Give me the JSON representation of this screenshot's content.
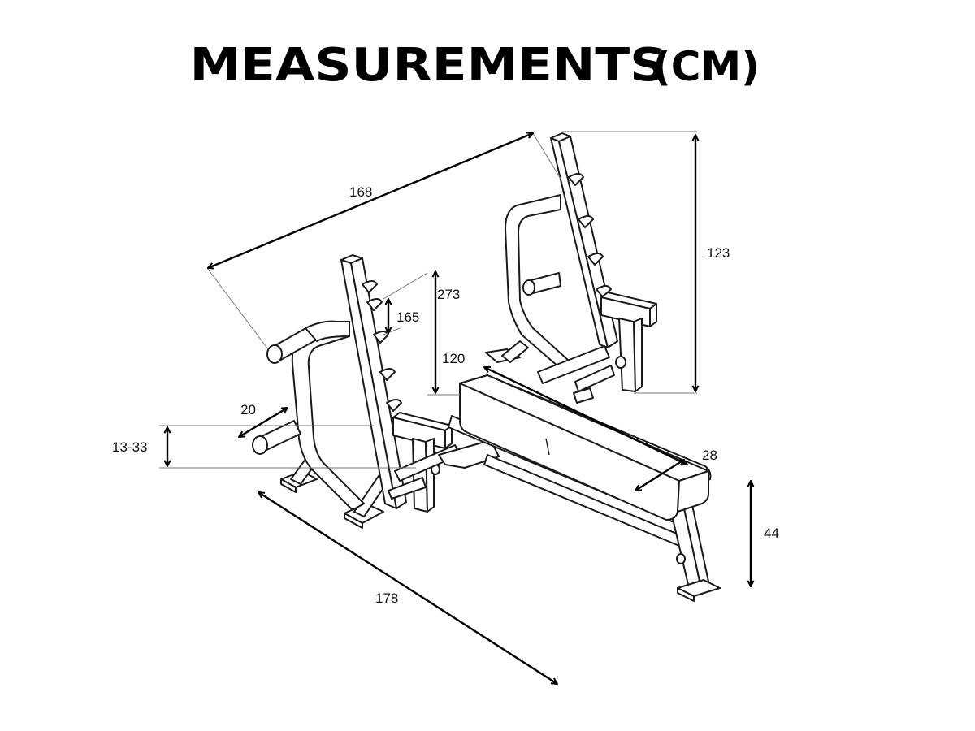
{
  "title": {
    "main": "MEASUREMENTS",
    "unit": "(CM)"
  },
  "dimensions": {
    "overall_length": "168",
    "upright_height": "123",
    "hook_height": "273",
    "hook_spacing": "165",
    "bench_height_to_hook": "120",
    "plate_horn": "20",
    "bar_height_range": "13-33",
    "pad_width": "28",
    "frame_length": "178",
    "bench_height": "44"
  }
}
